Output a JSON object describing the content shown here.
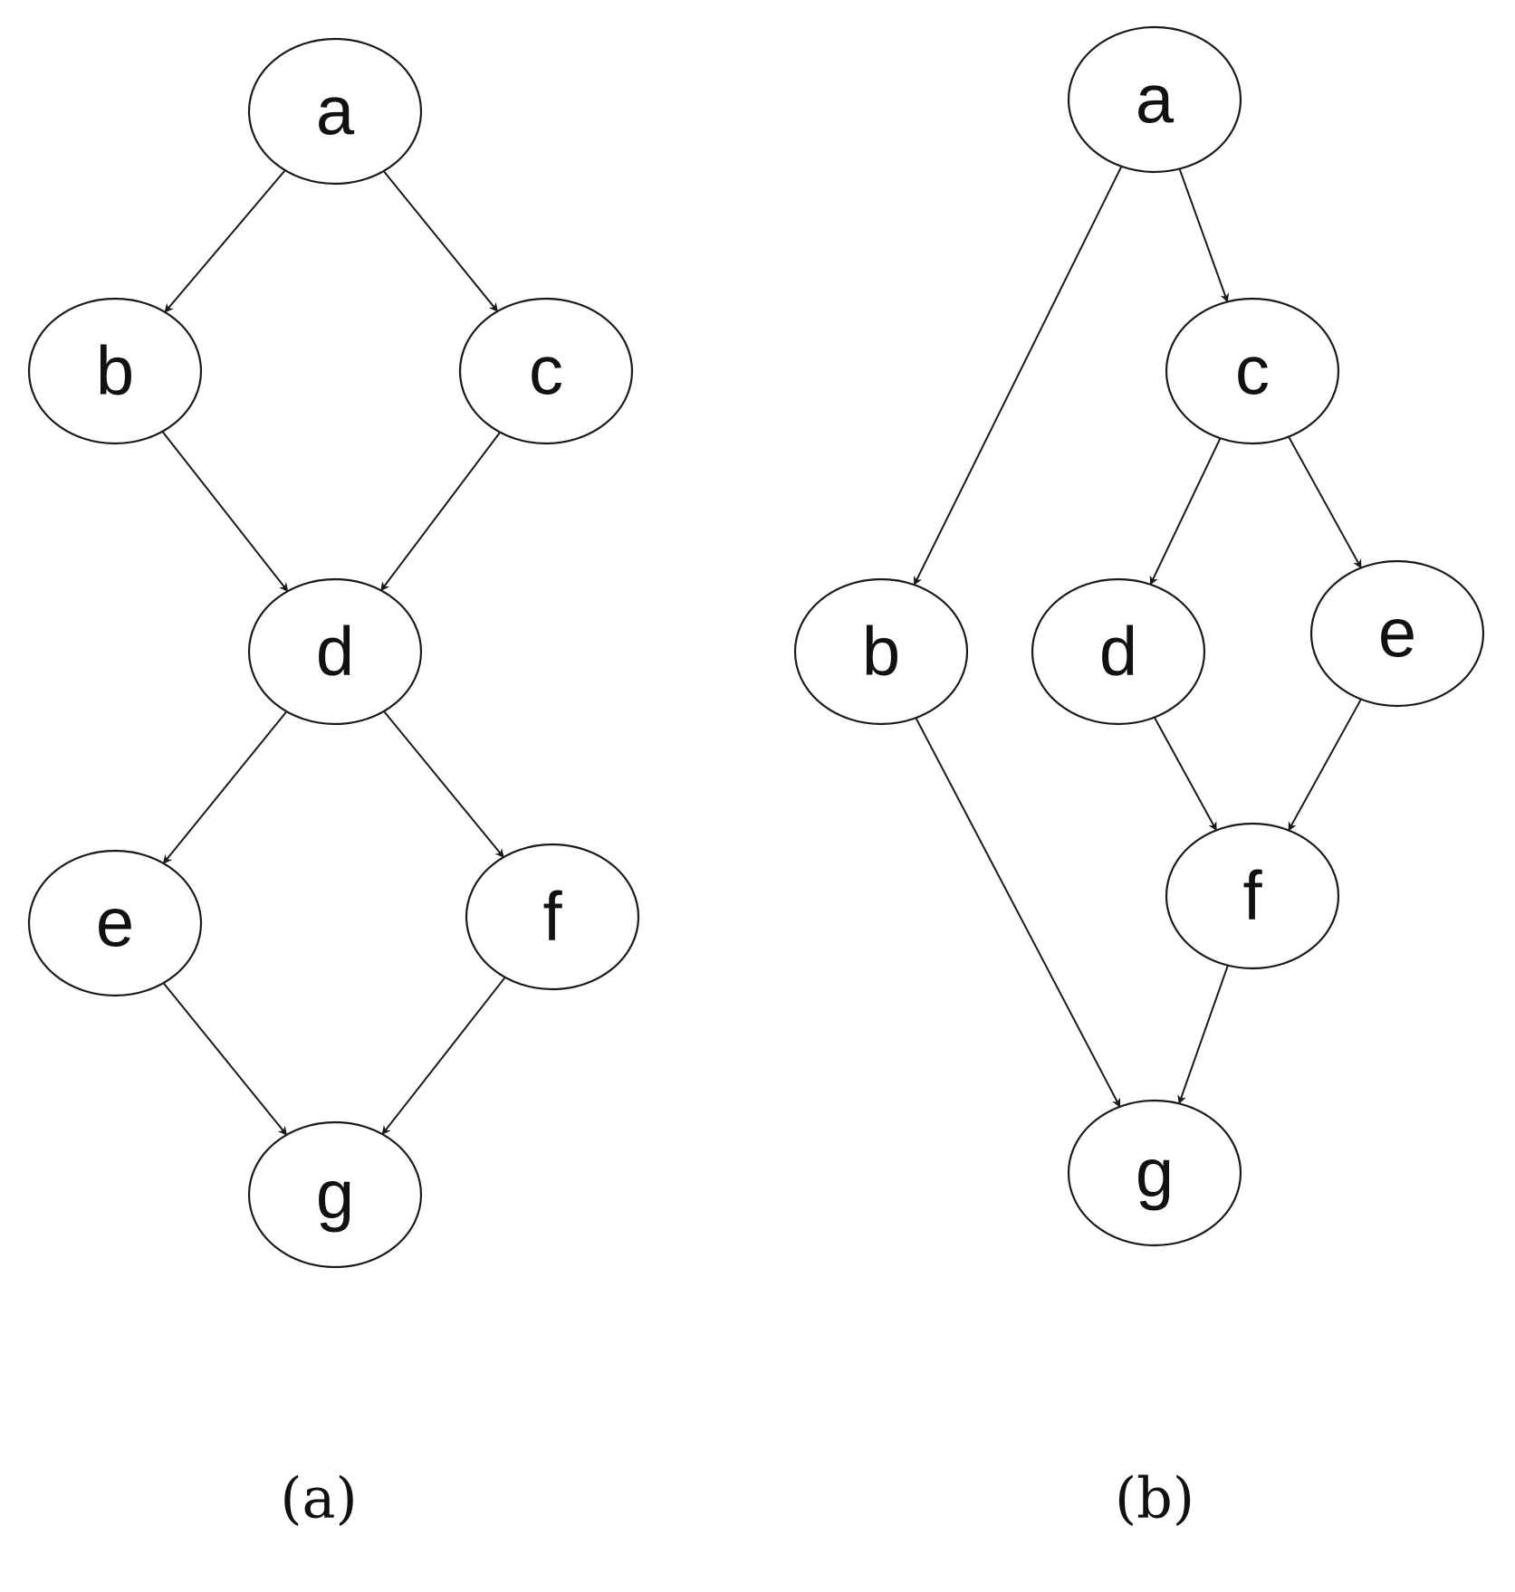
{
  "diagrams": [
    {
      "caption": "(a)",
      "nodes": [
        {
          "id": "a",
          "label": "a"
        },
        {
          "id": "b",
          "label": "b"
        },
        {
          "id": "c",
          "label": "c"
        },
        {
          "id": "d",
          "label": "d"
        },
        {
          "id": "e",
          "label": "e"
        },
        {
          "id": "f",
          "label": "f"
        },
        {
          "id": "g",
          "label": "g"
        }
      ],
      "edges": [
        {
          "from": "a",
          "to": "b"
        },
        {
          "from": "a",
          "to": "c"
        },
        {
          "from": "b",
          "to": "d"
        },
        {
          "from": "c",
          "to": "d"
        },
        {
          "from": "d",
          "to": "e"
        },
        {
          "from": "d",
          "to": "f"
        },
        {
          "from": "e",
          "to": "g"
        },
        {
          "from": "f",
          "to": "g"
        }
      ]
    },
    {
      "caption": "(b)",
      "nodes": [
        {
          "id": "a",
          "label": "a"
        },
        {
          "id": "b",
          "label": "b"
        },
        {
          "id": "c",
          "label": "c"
        },
        {
          "id": "d",
          "label": "d"
        },
        {
          "id": "e",
          "label": "e"
        },
        {
          "id": "f",
          "label": "f"
        },
        {
          "id": "g",
          "label": "g"
        }
      ],
      "edges": [
        {
          "from": "a",
          "to": "b"
        },
        {
          "from": "a",
          "to": "c"
        },
        {
          "from": "c",
          "to": "d"
        },
        {
          "from": "c",
          "to": "e"
        },
        {
          "from": "d",
          "to": "f"
        },
        {
          "from": "e",
          "to": "f"
        },
        {
          "from": "b",
          "to": "g"
        },
        {
          "from": "f",
          "to": "g"
        }
      ]
    }
  ]
}
